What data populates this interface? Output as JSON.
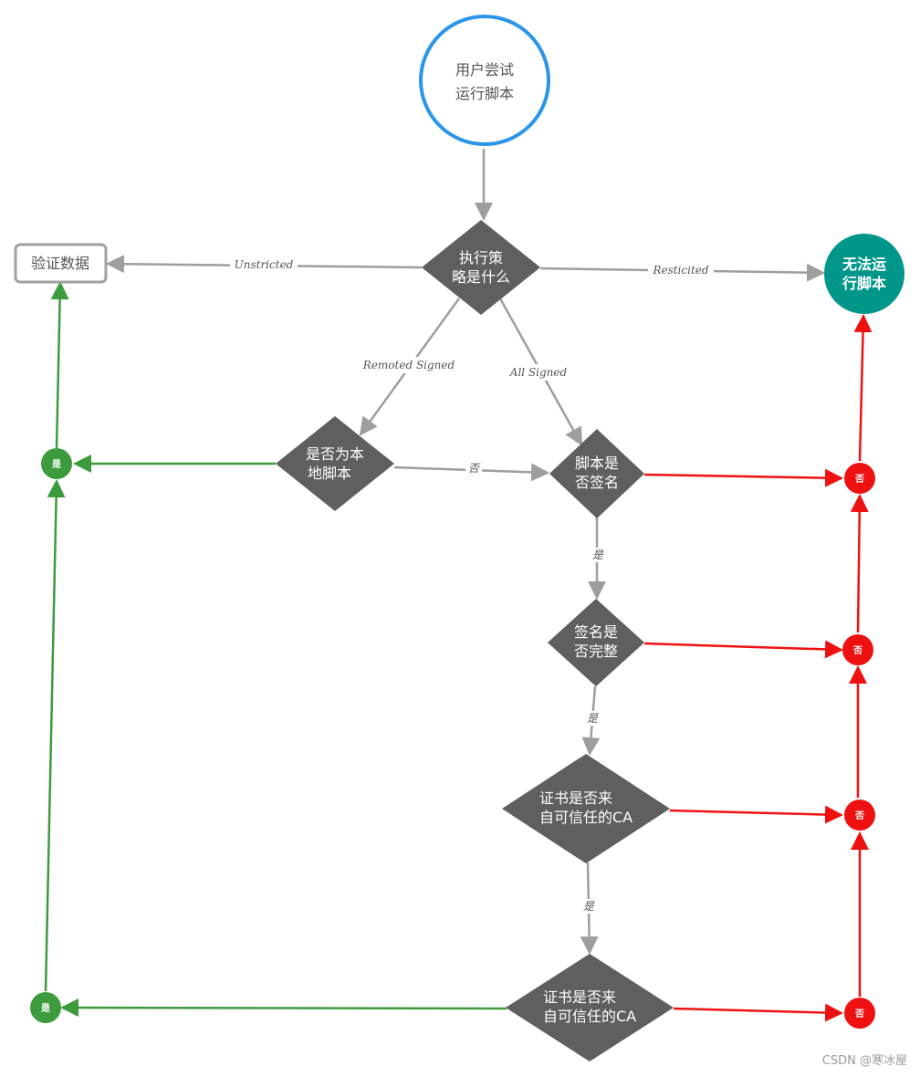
{
  "nodes": {
    "start": {
      "line1": "用户尝试",
      "line2": "运行脚本"
    },
    "policy": {
      "line1": "执行策",
      "line2": "略是什么"
    },
    "verify": {
      "label": "验证数据"
    },
    "cannot_run": {
      "line1": "无法运",
      "line2": "行脚本"
    },
    "is_local": {
      "line1": "是否为本",
      "line2": "地脚本"
    },
    "is_signed": {
      "line1": "脚本是",
      "line2": "否签名"
    },
    "sig_intact": {
      "line1": "签名是",
      "line2": "否完整"
    },
    "cert_trusted_1": {
      "line1": "证书是否来",
      "line2": "自可信任的CA"
    },
    "cert_trusted_2": {
      "line1": "证书是否来",
      "line2": "自可信任的CA"
    }
  },
  "edge_labels": {
    "unstricted": "Unstricted",
    "resticited": "Resticited",
    "remoted_signed": "Remoted Signed",
    "all_signed": "All Signed",
    "no_local": "否",
    "yes_signed": "是",
    "yes_intact": "是",
    "yes_cert": "是"
  },
  "junctions": {
    "yes": "是",
    "no": "否"
  },
  "watermark": "CSDN @寒冰屋",
  "colors": {
    "start_border": "#2b95e9",
    "decision_fill": "#5f5f5f",
    "terminal_fill": "#00968a",
    "yes_green": "#3d9b3e",
    "no_red": "#ee1111",
    "edge_gray": "#9e9e9e"
  }
}
